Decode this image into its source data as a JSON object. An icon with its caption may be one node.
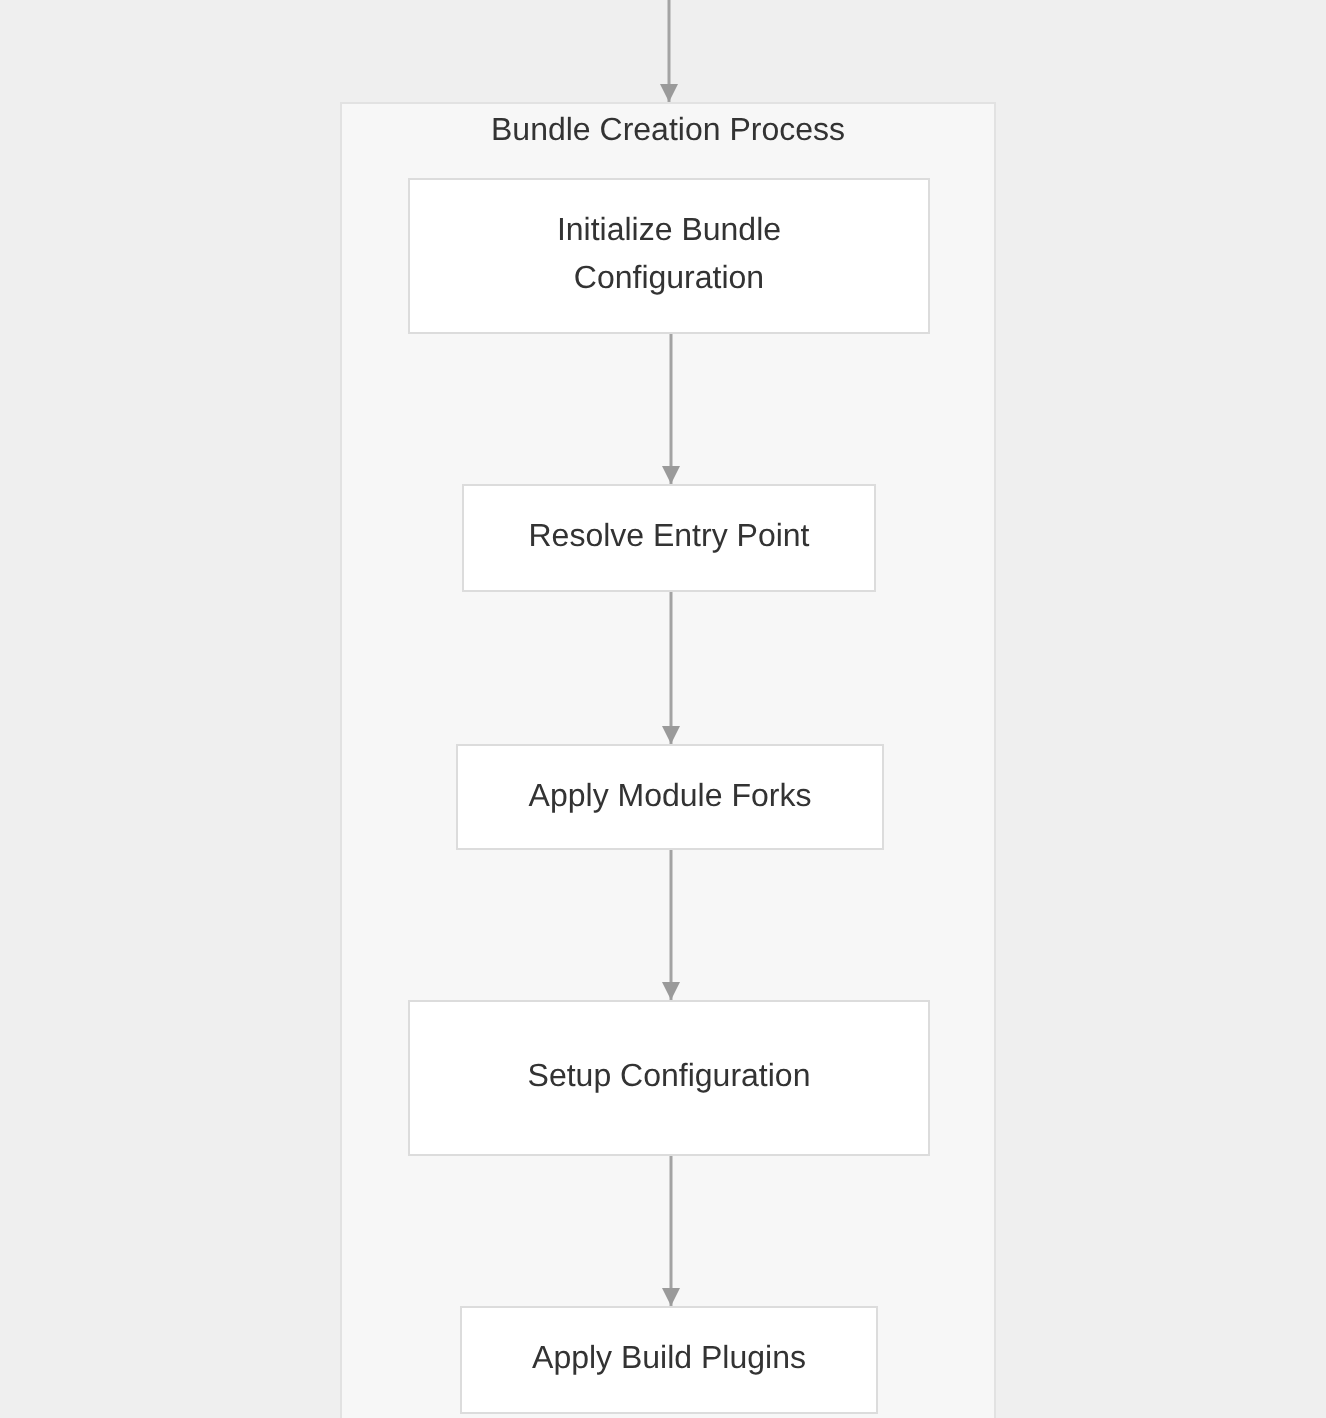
{
  "diagram": {
    "nodes": [
      {
        "text": [
          "Bundle Creation Process"
        ]
      },
      {
        "text": [
          "Initialize Bundle Configuration"
        ],
        "in": 0
      },
      {
        "text": [
          "Resolve Entry Point"
        ],
        "in": 0
      },
      {
        "text": [
          "Apply Module Forks"
        ],
        "in": 0
      },
      {
        "text": [
          "Setup Configuration"
        ],
        "in": 0
      },
      {
        "text": [
          "Apply Build Plugins"
        ],
        "in": 0
      }
    ],
    "edges": [
      {
        "from": null,
        "to": 0,
        "arrow": "to"
      },
      {
        "from": 1,
        "to": 2,
        "arrow": "to"
      },
      {
        "from": 2,
        "to": 3,
        "arrow": "to"
      },
      {
        "from": 3,
        "to": 4,
        "arrow": "to"
      },
      {
        "from": 4,
        "to": 5,
        "arrow": "to"
      }
    ]
  }
}
